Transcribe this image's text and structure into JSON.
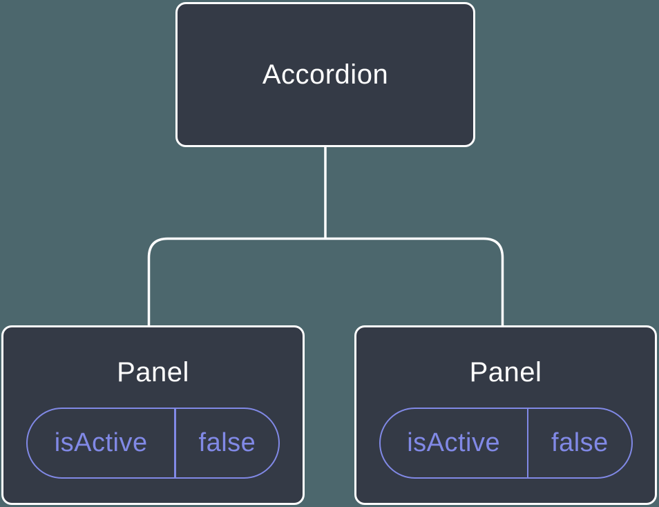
{
  "diagram": {
    "root": {
      "label": "Accordion"
    },
    "children": [
      {
        "label": "Panel",
        "state": {
          "key": "isActive",
          "value": "false"
        }
      },
      {
        "label": "Panel",
        "state": {
          "key": "isActive",
          "value": "false"
        }
      }
    ],
    "colors": {
      "background": "#4C676D",
      "node_fill": "#343A46",
      "node_border": "#FFFFFF",
      "node_text": "#FFFFFF",
      "connector": "#FFFFFF",
      "state_accent": "#8189E6"
    }
  }
}
